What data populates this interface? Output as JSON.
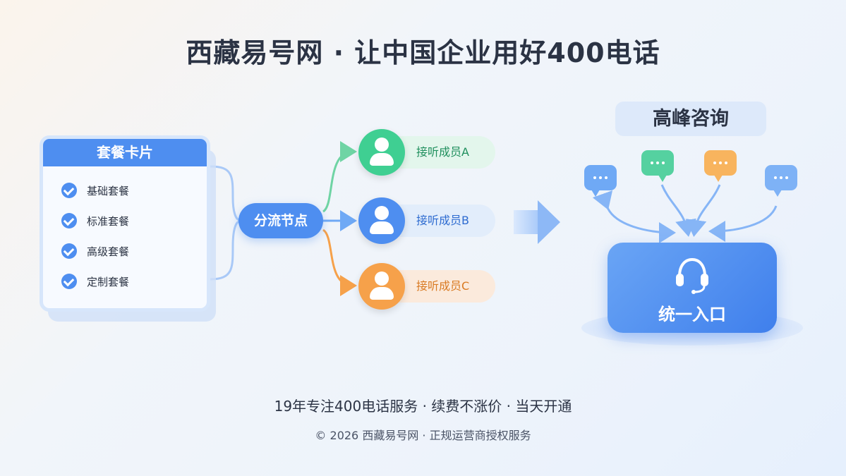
{
  "title": "西藏易号网 · 让中国企业用好400电话",
  "plan_card": {
    "title": "套餐卡片",
    "items": [
      "基础套餐",
      "标准套餐",
      "高级套餐",
      "定制套餐"
    ]
  },
  "hub": {
    "label": "分流节点"
  },
  "members": [
    {
      "label": "接听成员A",
      "color": "#3fcf92"
    },
    {
      "label": "接听成员B",
      "color": "#4e8ef0"
    },
    {
      "label": "接听成员C",
      "color": "#f6a14a"
    }
  ],
  "consult": {
    "title": "高峰咨询",
    "entry_label": "统一入口",
    "bubble_colors": [
      "#6fa9f5",
      "#55d1a0",
      "#f8b45e",
      "#7eb2f6"
    ]
  },
  "tagline": "19年专注400电话服务 · 续费不涨价 · 当天开通",
  "footer": "© 2026 西藏易号网 · 正规运营商授权服务",
  "colors": {
    "primary": "#4e8ef0",
    "text": "#2b3344"
  }
}
